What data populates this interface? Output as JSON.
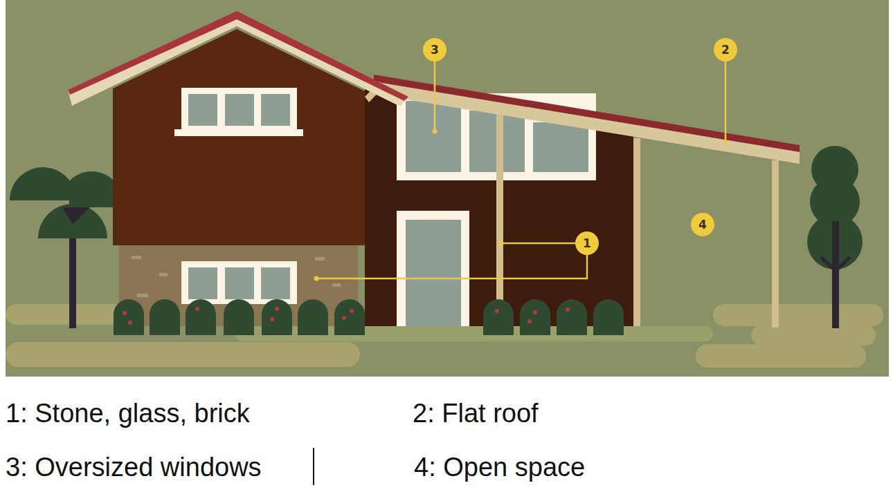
{
  "diagram": {
    "nodes": [
      {
        "text": [
          "3"
        ]
      },
      {
        "text": [
          "2"
        ]
      },
      {
        "text": [
          "4"
        ]
      },
      {
        "text": [
          "1"
        ]
      }
    ],
    "labels": [
      "1: Stone, glass, brick",
      "2: Flat roof",
      "3: Oversized windows",
      "4: Open space"
    ]
  }
}
